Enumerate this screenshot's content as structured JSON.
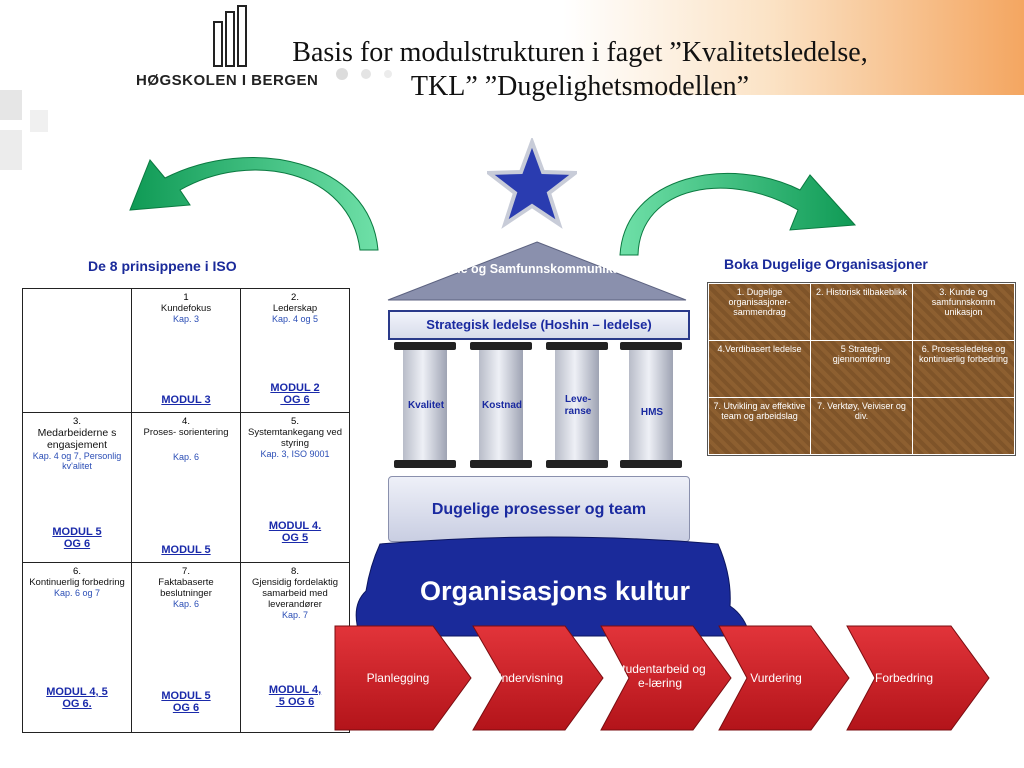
{
  "slide": {
    "title_line1": "Basis for modulstrukturen i faget ”Kvalitetsledelse,",
    "title_line2": "TKL” ”Dugelighetsmodellen”",
    "logo_text": "HØGSKOLEN I BERGEN"
  },
  "iso": {
    "heading": "De 8 prinsippene i ISO",
    "cells": [
      {
        "num": "1",
        "name": "Kundefokus",
        "kap": "Kap. 3",
        "modul1": "MODUL 3",
        "modul2": ""
      },
      {
        "num": "2.",
        "name": "Lederskap",
        "kap": "Kap. 4 og 5",
        "modul1": "MODUL 2",
        "modul2": " OG 6"
      },
      {
        "num": "3.",
        "name": "Medarbeiderne s engasjement",
        "kap": "Kap. 4 og 7, Personlig kv'alitet",
        "modul1": "MODUL 5",
        "modul2": "OG 6"
      },
      {
        "num": "4.",
        "name": "Proses- sorientering",
        "kap": "Kap. 6",
        "modul1": "MODUL 5",
        "modul2": ""
      },
      {
        "num": "5.",
        "name": "Systemtankegang ved styring",
        "kap": "Kap. 3, ISO 9001",
        "modul1": "MODUL 4.",
        "modul2": "OG 5"
      },
      {
        "num": "6.",
        "name": "Kontinuerlig forbedring",
        "kap": "Kap. 6 og 7",
        "modul1": "MODUL 4, 5",
        "modul2": "OG 6."
      },
      {
        "num": "7.",
        "name": "Faktabaserte beslutninger",
        "kap": "Kap. 6",
        "modul1": "MODUL 5",
        "modul2": "OG 6"
      },
      {
        "num": "8.",
        "name": "Gjensidig fordelaktig samarbeid med leverandører",
        "kap": "Kap. 7",
        "modul1": "MODUL 4,",
        "modul2": " 5 OG 6"
      }
    ]
  },
  "temple": {
    "roof": "Kunde og Samfunnskommunikasjon",
    "beam": "Strategisk ledelse (Hoshin – ledelse)",
    "pillars": [
      "Kvalitet",
      "Kostnad",
      "Leve- ranse",
      "HMS"
    ],
    "base": "Dugelige prosesser og team",
    "culture": "Organisasjons kultur"
  },
  "book": {
    "heading": "Boka Dugelige Organisasjoner",
    "cells": [
      "1. Dugelige organisasjoner- sammendrag",
      "2. Historisk tilbakeblikk",
      "3. Kunde og samfunnskomm unikasjon",
      "4.Verdibasert ledelse",
      "5 Strategi- gjennomføring",
      "6. Prosessledelse og kontinuerlig forbedring",
      "7. Utvikling av effektive team og arbeidslag",
      "7. Verktøy, Veiviser og div.",
      ""
    ]
  },
  "process": [
    "Planlegging",
    "Undervisning",
    "Studentarbeid og e-læring",
    "Vurdering",
    "Forbedring"
  ],
  "colors": {
    "blue_heading": "#1a2a9a",
    "temple_roof": "#8a90ad",
    "culture_blue": "#1a2a9a",
    "chevron_red": "#d01e24",
    "arrow_green": "#22b36a",
    "star_blue": "#2a3cb0"
  }
}
